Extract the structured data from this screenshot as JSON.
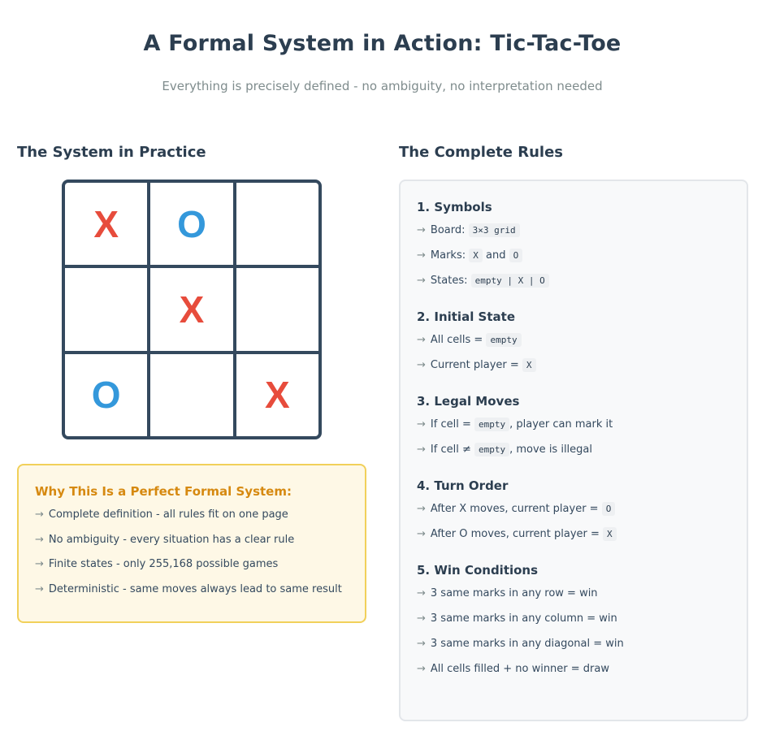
{
  "header": {
    "title": "A Formal System in Action: Tic-Tac-Toe",
    "subtitle": "Everything is precisely defined - no ambiguity, no interpretation needed"
  },
  "practice": {
    "heading": "The System in Practice",
    "board": [
      [
        "X",
        "O",
        ""
      ],
      [
        "",
        "X",
        ""
      ],
      [
        "O",
        "",
        "X"
      ]
    ]
  },
  "why": {
    "title": "Why This Is a Perfect Formal System:",
    "items": [
      "Complete definition - all rules fit on one page",
      "No ambiguity - every situation has a clear rule",
      "Finite states - only 255,168 possible games",
      "Deterministic - same moves always lead to same result"
    ]
  },
  "rules": {
    "heading": "The Complete Rules",
    "arrow": "→",
    "sections": [
      {
        "title": "1. Symbols",
        "items": [
          {
            "pre": "Board:",
            "code": "3×3 grid"
          },
          {
            "pre": "Marks:",
            "code": "X",
            "mid": "and",
            "code2": "O"
          },
          {
            "pre": "States:",
            "code": "empty | X | O"
          }
        ]
      },
      {
        "title": "2. Initial State",
        "items": [
          {
            "pre": "All cells =",
            "code": "empty"
          },
          {
            "pre": "Current player =",
            "code": "X"
          }
        ]
      },
      {
        "title": "3. Legal Moves",
        "items": [
          {
            "pre": "If cell =",
            "code": "empty",
            "post": ", player can mark it"
          },
          {
            "pre": "If cell ≠",
            "code": "empty",
            "post": ", move is illegal"
          }
        ]
      },
      {
        "title": "4. Turn Order",
        "items": [
          {
            "pre": "After X moves, current player =",
            "code": "O"
          },
          {
            "pre": "After O moves, current player =",
            "code": "X"
          }
        ]
      },
      {
        "title": "5. Win Conditions",
        "items": [
          {
            "pre": "3 same marks in any row = win"
          },
          {
            "pre": "3 same marks in any column = win"
          },
          {
            "pre": "3 same marks in any diagonal = win"
          },
          {
            "pre": "All cells filled + no winner = draw"
          }
        ]
      }
    ]
  }
}
